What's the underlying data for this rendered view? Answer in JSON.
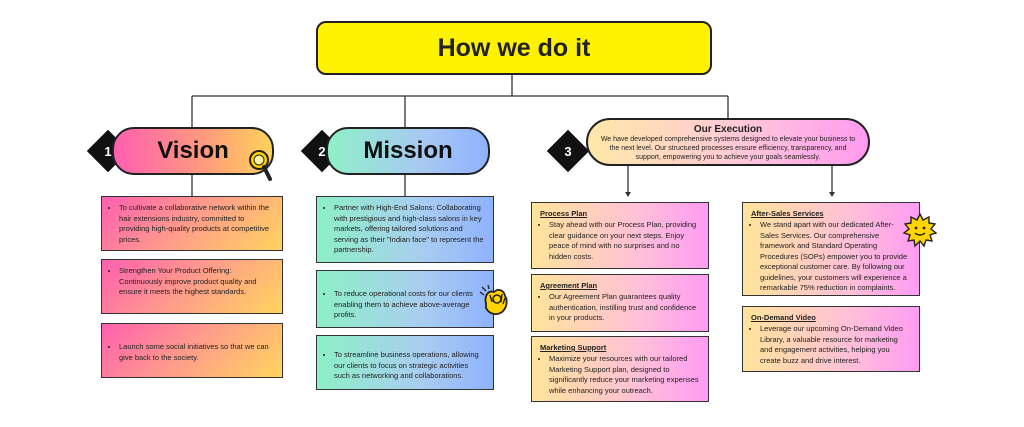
{
  "title": "How we do it",
  "vision": {
    "number": "1",
    "label": "Vision",
    "icon": "magnifier-icon",
    "points": [
      "To cultivate a collaborative network within the hair extensions industry, committed to providing high-quality products at competitive prices.",
      "Strengthen Your Product Offering: Continuously improve product quality and ensure it meets the highest standards.",
      "Launch some social initiatives so that we can give back to the society."
    ]
  },
  "mission": {
    "number": "2",
    "label": "Mission",
    "icon": "ok-hand-icon",
    "points": [
      "Partner with High-End Salons: Collaborating with prestigious and high-class salons in key markets, offering tailored solutions and serving as their \"Indian face\" to represent the partnership.",
      "To reduce operational costs for our clients enabling them to achieve above-average profits.",
      "To streamline business operations, allowing our clients to focus on strategic activities such as networking and collaborations."
    ]
  },
  "execution": {
    "number": "3",
    "label": "Our Execution",
    "description": "We have developed comprehensive systems designed to elevate your business to the next level. Our structured processes ensure efficiency, transparency, and support, empowering you to achieve your goals seamlessly.",
    "icon": "sun-smile-icon",
    "left_column": [
      {
        "title": "Process Plan",
        "text": "Stay ahead with our Process Plan, providing clear guidance on your next steps. Enjoy peace of mind with no surprises and no hidden costs."
      },
      {
        "title": "Agreement Plan",
        "text": "Our Agreement Plan guarantees quality authentication, instilling trust and confidence in your products."
      },
      {
        "title": "Marketing Support",
        "text": "Maximize your resources with our tailored Marketing Support plan, designed to significantly reduce your marketing expenses while enhancing your outreach."
      }
    ],
    "right_column": [
      {
        "title": "After-Sales Services",
        "text": "We stand apart with our dedicated After-Sales Services. Our comprehensive framework and Standard Operating Procedures (SOPs) empower you to provide exceptional customer care. By following our guidelines, your customers will experience a remarkable 75% reduction in complaints."
      },
      {
        "title": "On-Demand Video",
        "text": "Leverage our upcoming On-Demand Video Library, a valuable resource for marketing and engagement activities, helping you create buzz and drive interest."
      }
    ]
  },
  "colors": {
    "title_bg": "#fff200",
    "vision_gradient": [
      "#ff5fb0",
      "#ffd45e"
    ],
    "mission_gradient": [
      "#8df0c5",
      "#8fb2ff"
    ],
    "execution_gradient": [
      "#ffe49a",
      "#ff9cf2"
    ]
  }
}
